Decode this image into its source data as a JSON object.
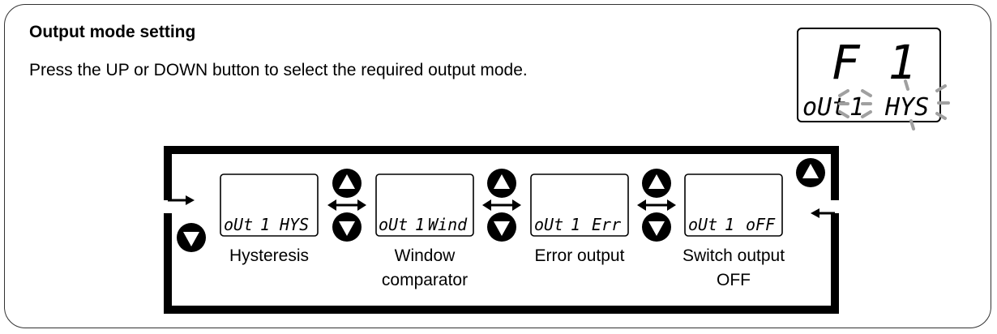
{
  "section": {
    "title": "Output mode setting",
    "instruction": "Press the UP or DOWN button to select the required output mode."
  },
  "display": {
    "top_line": "F 1",
    "bottom_left": "oUt",
    "bottom_sel": "1",
    "bottom_mode": "HYS"
  },
  "modes": [
    {
      "lcd_label": "oUt",
      "lcd_num": "1",
      "lcd_mode": "HYS",
      "caption_1": "Hysteresis",
      "caption_2": ""
    },
    {
      "lcd_label": "oUt",
      "lcd_num": "1",
      "lcd_mode": "Wind",
      "caption_1": "Window",
      "caption_2": "comparator"
    },
    {
      "lcd_label": "oUt",
      "lcd_num": "1",
      "lcd_mode": "Err",
      "caption_1": "Error output",
      "caption_2": ""
    },
    {
      "lcd_label": "oUt",
      "lcd_num": "1",
      "lcd_mode": "oFF",
      "caption_1": "Switch output",
      "caption_2": "OFF"
    }
  ],
  "colors": {
    "line": "#000000",
    "blink_marks": "#a0a0a0"
  },
  "icons": {
    "up": "up-button-icon",
    "down": "down-button-icon",
    "swap": "double-arrow-icon"
  }
}
